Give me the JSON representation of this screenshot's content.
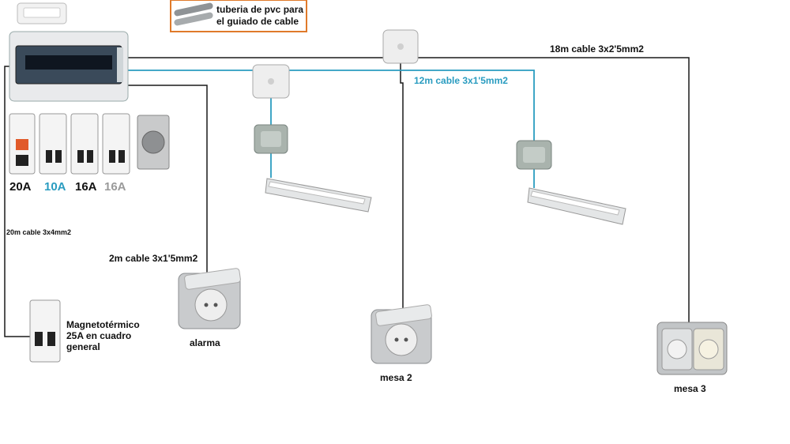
{
  "pipe_note": {
    "line1": "tuberia de pvc para",
    "line2": "el guiado de cable"
  },
  "cables": {
    "main_18m": "18m cable 3x2'5mm2",
    "blue_12m": "12m cable 3x1'5mm2",
    "alarm_2m": "2m cable 3x1'5mm2",
    "feed_20m": "20m cable 3x4mm2"
  },
  "breakers": [
    {
      "rating": "20A",
      "color": "#111111"
    },
    {
      "rating": "10A",
      "color": "#2a9cc0"
    },
    {
      "rating": "16A",
      "color": "#111111"
    },
    {
      "rating": "16A",
      "color": "#9a9a9a"
    }
  ],
  "main_breaker": {
    "line1": "Magnetotérmico",
    "line2": "25A en cuadro",
    "line3": "general"
  },
  "sockets": {
    "alarm": "alarma",
    "desk2": "mesa 2",
    "desk3": "mesa 3"
  },
  "colors": {
    "line_black": "#1a1a1a",
    "line_blue": "#2a9cc0",
    "pipe_border": "#e07a2a"
  },
  "icons": [
    "emergency-light-icon",
    "distribution-panel-icon",
    "circuit-breaker-icon",
    "din-socket-icon",
    "junction-box-icon",
    "switch-icon",
    "fluorescent-fixture-icon",
    "wall-socket-icon",
    "double-socket-icon",
    "pvc-pipe-icon"
  ]
}
